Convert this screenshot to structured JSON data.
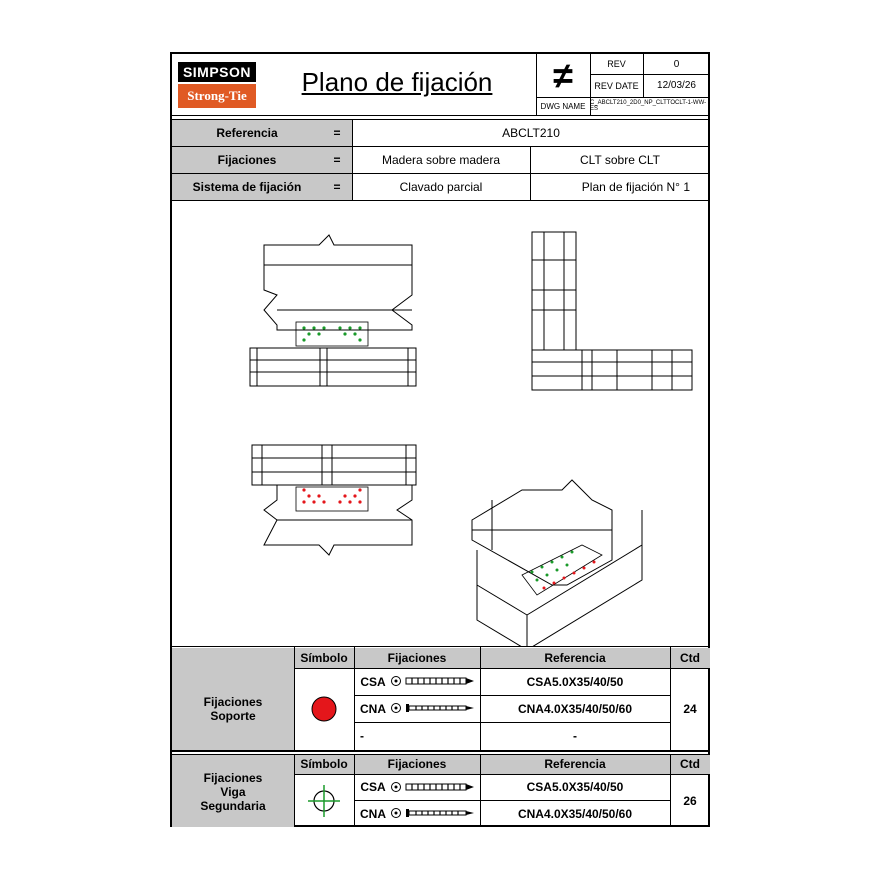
{
  "header": {
    "logo_top": "SIMPSON",
    "logo_bottom": "Strong-Tie",
    "title": "Plano de fijación",
    "symbol": "≠",
    "rev_label": "REV",
    "rev_value": "0",
    "rev_date_label": "REV DATE",
    "rev_date_value": "12/03/26",
    "dwg_name_label": "DWG NAME",
    "dwg_name_value": "C_ABCLT210_2D0_NP_CLTTOCLT-1-WW-ES"
  },
  "info": {
    "referencia_label": "Referencia",
    "equals": "=",
    "referencia_value": "ABCLT210",
    "fijaciones_label": "Fijaciones",
    "fijaciones_value_1": "Madera sobre madera",
    "fijaciones_value_2": "CLT sobre CLT",
    "sistema_label": "Sistema de fijación",
    "sistema_value_1": "Clavado parcial",
    "sistema_value_2": "Plan de fijación N°  1"
  },
  "table1": {
    "group_label": "Fijaciones\nSoporte",
    "col_simbolo": "Símbolo",
    "col_fijaciones": "Fijaciones",
    "col_referencia": "Referencia",
    "col_ctd": "Ctd",
    "rows": [
      {
        "type": "CSA",
        "reference": "CSA5.0X35/40/50"
      },
      {
        "type": "CNA",
        "reference": "CNA4.0X35/40/50/60"
      },
      {
        "type": "-",
        "reference": "-"
      }
    ],
    "ctd": "24",
    "symbol_color": "#e4161b"
  },
  "table2": {
    "group_label": "Fijaciones\nViga\nSegundaria",
    "col_simbolo": "Símbolo",
    "col_fijaciones": "Fijaciones",
    "col_referencia": "Referencia",
    "col_ctd": "Ctd",
    "rows": [
      {
        "type": "CSA",
        "reference": "CSA5.0X35/40/50"
      },
      {
        "type": "CNA",
        "reference": "CNA4.0X35/40/50/60"
      }
    ],
    "ctd": "26",
    "symbol_color": "#1a9a2a"
  }
}
